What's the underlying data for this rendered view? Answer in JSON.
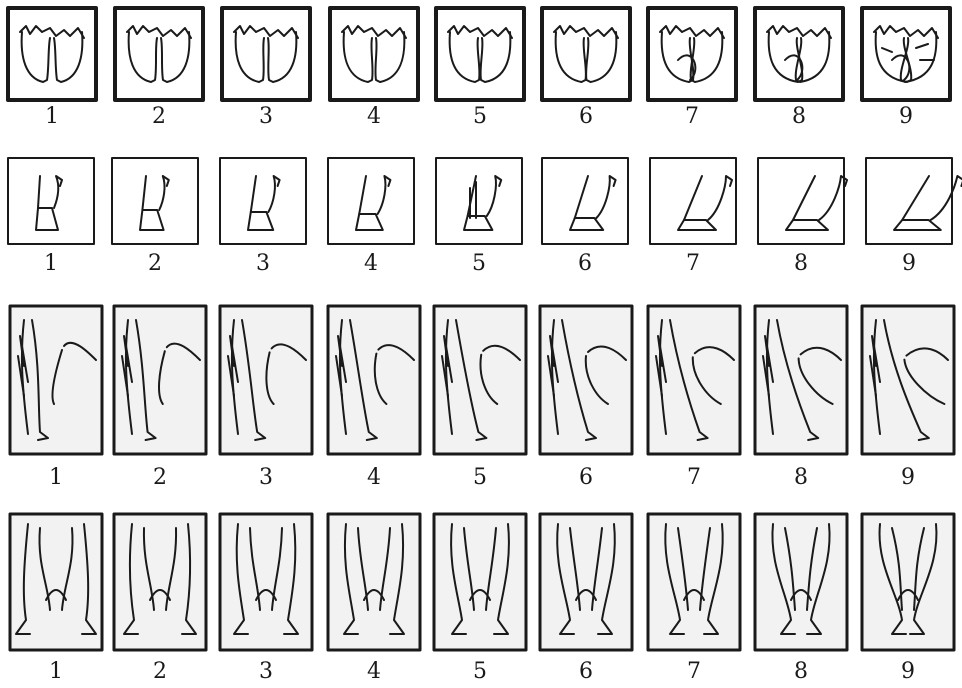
{
  "rows": [
    {
      "id": "claw",
      "labels": [
        "1",
        "2",
        "3",
        "4",
        "5",
        "6",
        "7",
        "8",
        "9"
      ]
    },
    {
      "id": "pastern",
      "labels": [
        "1",
        "2",
        "3",
        "4",
        "5",
        "6",
        "7",
        "8",
        "9"
      ]
    },
    {
      "id": "leg-side",
      "labels": [
        "1",
        "2",
        "3",
        "4",
        "5",
        "6",
        "7",
        "8",
        "9"
      ]
    },
    {
      "id": "leg-rear",
      "labels": [
        "1",
        "2",
        "3",
        "4",
        "5",
        "6",
        "7",
        "8",
        "9"
      ]
    }
  ],
  "colors": {
    "ink": "#1a1a1a",
    "panel_fill": "#f2f2f2"
  }
}
